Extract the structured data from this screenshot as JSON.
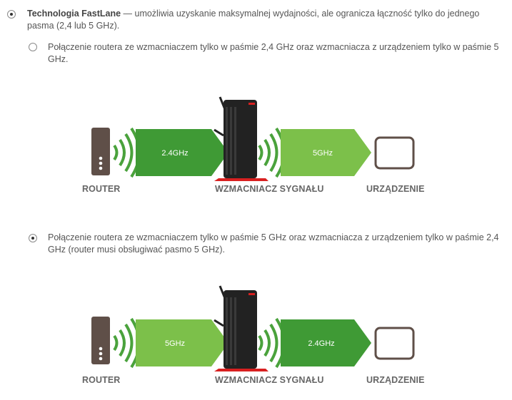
{
  "mode": {
    "title": "Technologia FastLane",
    "description": " — umożliwia uzyskanie maksymalnej wydajności, ale ogranicza łączność tylko do jednego pasma (2,4 lub 5 GHz).",
    "selected": true
  },
  "options": [
    {
      "text": "Połączenie routera ze wzmacniaczem tylko w paśmie 2,4 GHz oraz wzmacniacza z urządzeniem tylko w paśmie 5 GHz.",
      "selected": false,
      "band_left": "2.4GHz",
      "band_right": "5GHz"
    },
    {
      "text": "Połączenie routera ze wzmacniaczem tylko w paśmie 5 GHz oraz wzmacniacza z urządzeniem tylko w paśmie 2,4 GHz (router musi obsługiwać pasmo 5 GHz).",
      "selected": true,
      "band_left": "5GHz",
      "band_right": "2.4GHz"
    }
  ],
  "labels": {
    "router": "ROUTER",
    "extender": "WZMACNIACZ SYGNAŁU",
    "device": "URZĄDZENIE"
  },
  "colors": {
    "arrow_dark": "#3f9a35",
    "arrow_light": "#7cc04a",
    "router": "#5f4f48",
    "extender_body": "#222222",
    "extender_accent": "#d82020"
  }
}
